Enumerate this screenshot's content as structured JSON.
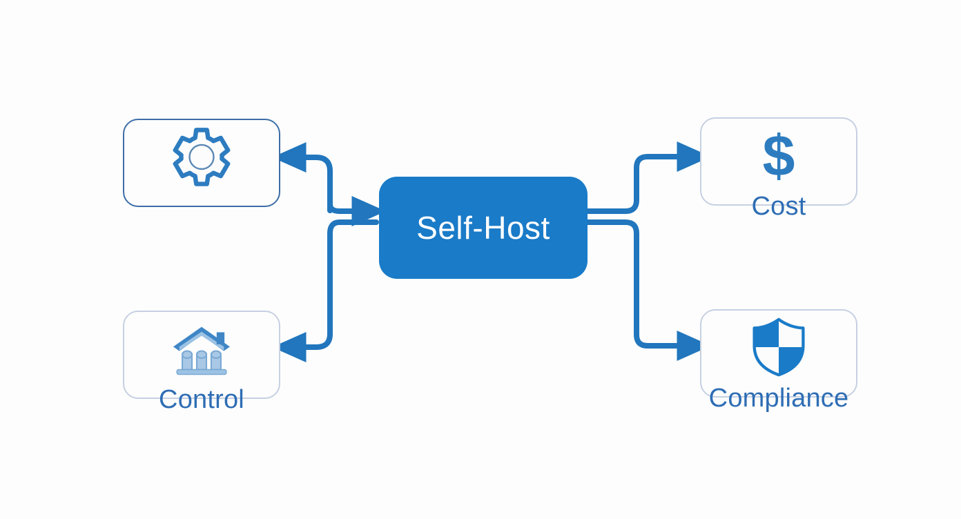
{
  "diagram": {
    "background_color": "#fdfdfd",
    "accent_color": "#1a7bc8",
    "edge_color": "#2176bd",
    "label_color": "#2e6db4",
    "border_color": "#c6d0e2",
    "hub": {
      "label": "Self-Host",
      "fill": "#1a7bc8",
      "text_color": "#ffffff"
    },
    "nodes": [
      {
        "id": "gear",
        "label": "",
        "icon": "gear-icon",
        "position": "top-left",
        "border_color": "#3c6da6"
      },
      {
        "id": "control",
        "label": "Control",
        "icon": "bank-icon",
        "position": "bottom-left",
        "border_color": "#c6d0e2"
      },
      {
        "id": "cost",
        "label": "Cost",
        "icon": "dollar-icon",
        "position": "top-right",
        "border_color": "#c6d0e2"
      },
      {
        "id": "compliance",
        "label": "Compliance",
        "icon": "shield-icon",
        "position": "bottom-right",
        "border_color": "#c6d0e2"
      }
    ],
    "edges": [
      {
        "from": "trunk-left",
        "to": "gear",
        "direction": "left"
      },
      {
        "from": "trunk-left",
        "to": "hub",
        "direction": "right"
      },
      {
        "from": "trunk-left",
        "to": "control",
        "direction": "left"
      },
      {
        "from": "hub",
        "to": "cost",
        "direction": "right"
      },
      {
        "from": "hub",
        "to": "compliance",
        "direction": "right"
      }
    ]
  }
}
